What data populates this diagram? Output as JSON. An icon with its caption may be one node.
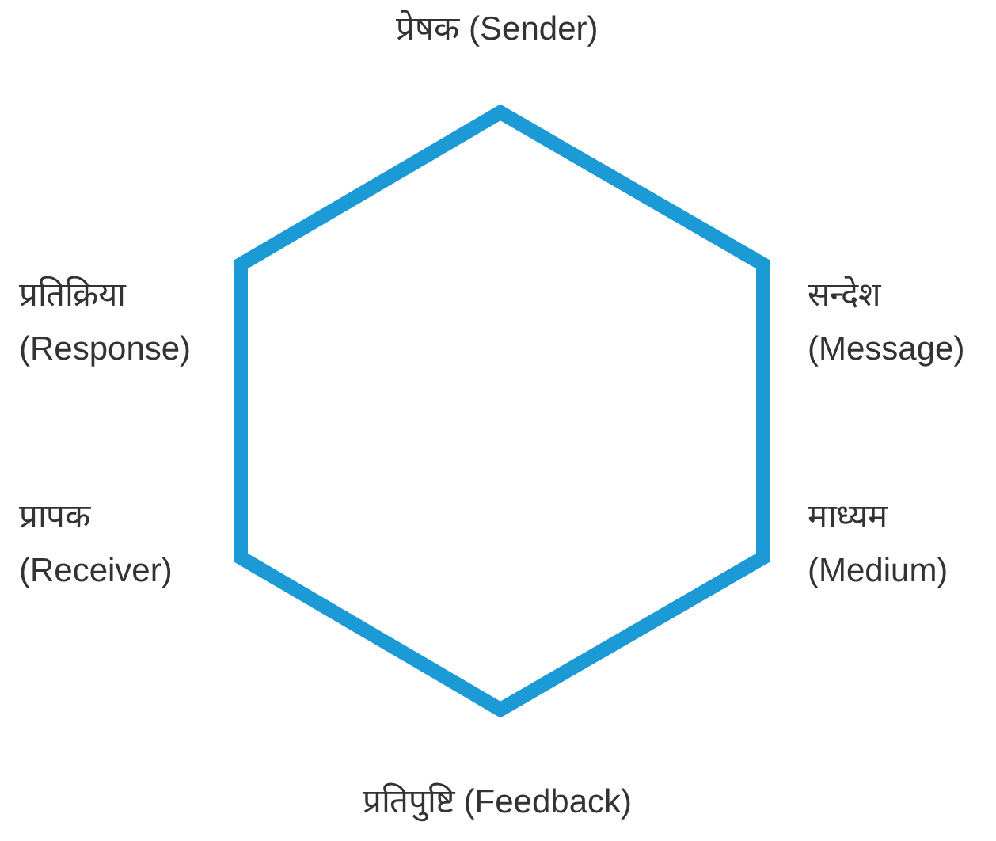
{
  "diagram": {
    "nodes": [
      {
        "text": [],
        "shape": "hexagon"
      }
    ],
    "labels": [
      "प्रेषक (Sender)",
      "प्रतिक्रिया (Response)",
      "सन्देश (Message)",
      "प्रापक (Receiver)",
      "माध्यम (Medium)",
      "प्रतिपुष्टि (Feedback)"
    ]
  }
}
